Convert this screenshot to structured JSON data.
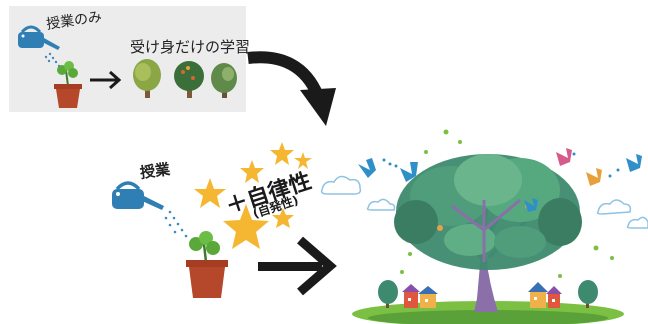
{
  "top_panel": {
    "class_only_label": "授業のみ",
    "passive_learning_label": "受け身だけの学習"
  },
  "bottom": {
    "class_label": "授業",
    "autonomy_label": "＋自律性",
    "autonomy_sub_label": "(自発性)"
  },
  "colors": {
    "panel_bg": "#ececec",
    "pot": "#b5472a",
    "leaf": "#5aa83a",
    "watering_can": "#2f7fb5",
    "star": "#f5b731",
    "arrow": "#1a1a1a",
    "tree_trunk": "#8a6fa8",
    "canopy": "#3e8a6e",
    "ground": "#7bc043"
  },
  "icons": [
    "watering-can-icon",
    "sprout-pot-icon",
    "tree-icon",
    "star-icon",
    "bird-icon",
    "cloud-icon",
    "house-icon",
    "arrow-icon"
  ]
}
